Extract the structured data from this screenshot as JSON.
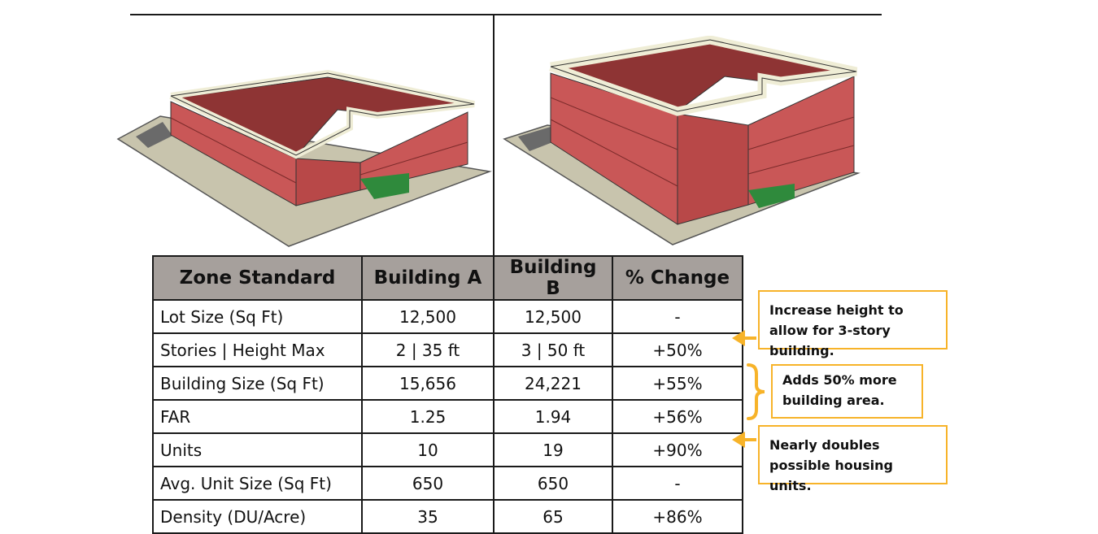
{
  "table": {
    "headers": [
      "Zone Standard",
      "Building A",
      "Building B",
      "% Change"
    ],
    "rows": [
      [
        "Lot Size (Sq Ft)",
        "12,500",
        "12,500",
        "-"
      ],
      [
        "Stories | Height Max",
        "2 | 35 ft",
        "3 | 50 ft",
        "+50%"
      ],
      [
        "Building Size (Sq Ft)",
        "15,656",
        "24,221",
        "+55%"
      ],
      [
        "FAR",
        "1.25",
        "1.94",
        "+56%"
      ],
      [
        "Units",
        "10",
        "19",
        "+90%"
      ],
      [
        "Avg. Unit Size (Sq Ft)",
        "650",
        "650",
        "-"
      ],
      [
        "Density (DU/Acre)",
        "35",
        "65",
        "+86%"
      ]
    ]
  },
  "notes": {
    "height": "Increase height to allow for 3-story building.",
    "area": "Adds 50% more building area.",
    "units": "Nearly doubles possible housing units."
  },
  "colors": {
    "header_bg": "#a6a09c",
    "callout_border": "#f7b329",
    "building_wall": "#c95757",
    "building_roof": "#8e3434",
    "parapet": "#efedd6",
    "lot": "#c8c4ad",
    "courtyard": "#2f8a3c"
  }
}
